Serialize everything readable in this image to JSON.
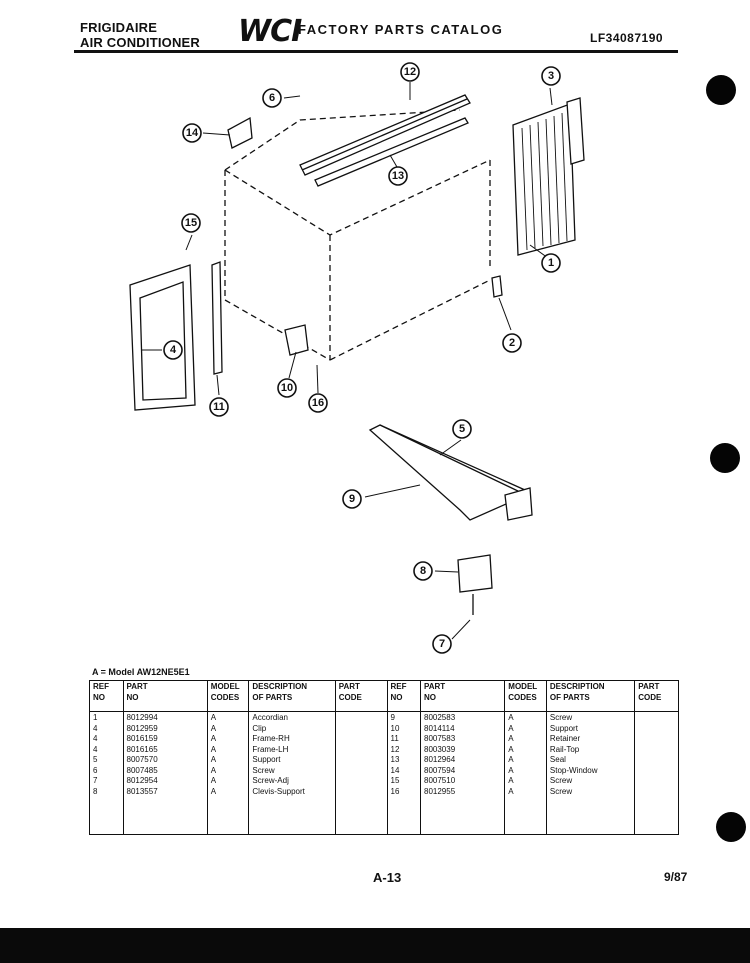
{
  "header": {
    "brand_line1": "FRIGIDAIRE",
    "brand_line2": "AIR CONDITIONER",
    "logo": "WCI",
    "catalog_title": "FACTORY PARTS CATALOG",
    "catalog_code": "LF34087190"
  },
  "diagram": {
    "callouts": [
      "1",
      "2",
      "3",
      "4",
      "5",
      "6",
      "7",
      "8",
      "9",
      "10",
      "11",
      "12",
      "13",
      "14",
      "15",
      "16"
    ]
  },
  "model_note": "A = Model AW12NE5E1",
  "table": {
    "headers": [
      "REF\nNO",
      "PART\nNO",
      "MODEL\nCODES",
      "DESCRIPTION\nOF PARTS",
      "PART\nCODE",
      "REF\nNO",
      "PART\nNO",
      "MODEL\nCODES",
      "DESCRIPTION\nOF PARTS",
      "PART\nCODE"
    ],
    "left_rows": [
      {
        "ref": "1",
        "part": "8012994",
        "model": "A",
        "desc": "Accordian"
      },
      {
        "ref": "4",
        "part": "8012959",
        "model": "A",
        "desc": "Clip"
      },
      {
        "ref": "4",
        "part": "8016159",
        "model": "A",
        "desc": "Frame-RH"
      },
      {
        "ref": "4",
        "part": "8016165",
        "model": "A",
        "desc": "Frame-LH"
      },
      {
        "ref": "5",
        "part": "8007570",
        "model": "A",
        "desc": "Support"
      },
      {
        "ref": "6",
        "part": "8007485",
        "model": "A",
        "desc": "Screw"
      },
      {
        "ref": "7",
        "part": "8012954",
        "model": "A",
        "desc": "Screw-Adj"
      },
      {
        "ref": "8",
        "part": "8013557",
        "model": "A",
        "desc": "Clevis-Support"
      }
    ],
    "right_rows": [
      {
        "ref": "9",
        "part": "8002583",
        "model": "A",
        "desc": "Screw"
      },
      {
        "ref": "10",
        "part": "8014114",
        "model": "A",
        "desc": "Support"
      },
      {
        "ref": "11",
        "part": "8007583",
        "model": "A",
        "desc": "Retainer"
      },
      {
        "ref": "12",
        "part": "8003039",
        "model": "A",
        "desc": "Rail-Top"
      },
      {
        "ref": "13",
        "part": "8012964",
        "model": "A",
        "desc": "Seal"
      },
      {
        "ref": "14",
        "part": "8007594",
        "model": "A",
        "desc": "Stop-Window"
      },
      {
        "ref": "15",
        "part": "8007510",
        "model": "A",
        "desc": "Screw"
      },
      {
        "ref": "16",
        "part": "8012955",
        "model": "A",
        "desc": "Screw"
      }
    ]
  },
  "footer": {
    "page": "A-13",
    "date": "9/87"
  }
}
